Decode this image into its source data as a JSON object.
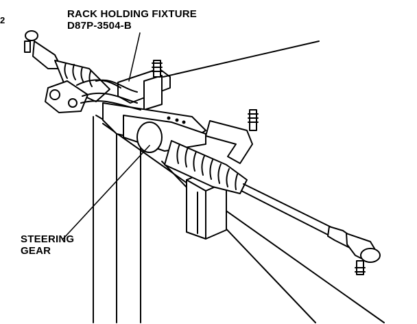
{
  "labels": {
    "fixture_line1": "RACK HOLDING FIXTURE",
    "fixture_line2": "D87P-3504-B",
    "gear_line1": "STEERING",
    "gear_line2": "GEAR",
    "edge_mark": "2"
  },
  "colors": {
    "ink": "#000000",
    "paper": "#ffffff"
  }
}
